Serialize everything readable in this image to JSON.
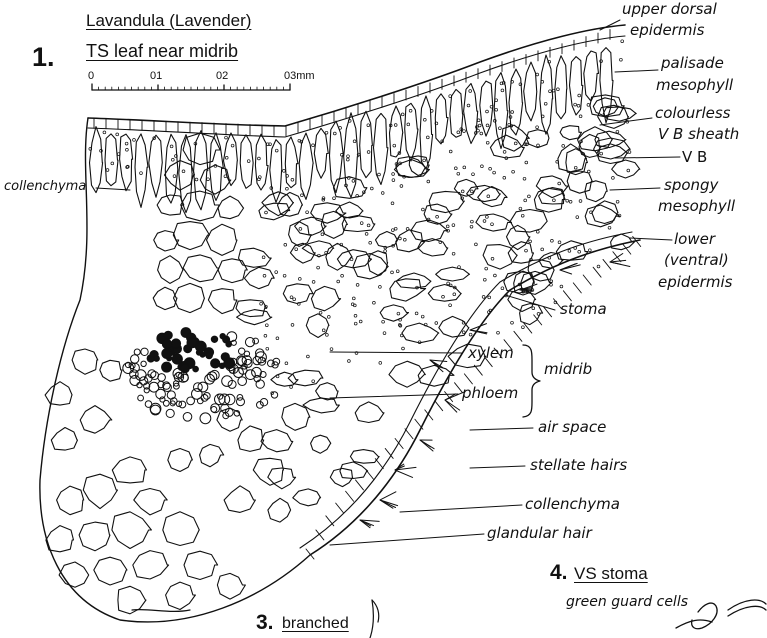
{
  "figure": {
    "number": "1.",
    "genus": "Lavandula",
    "common": "Lavender",
    "subtitle": "TS leaf near midrib",
    "scale": {
      "ticks": [
        "0",
        "01",
        "02",
        "03mm"
      ]
    }
  },
  "labels": {
    "upper_dorsal": "upper dorsal",
    "epidermis_top": "epidermis",
    "palisade": "palisade",
    "mesophyll_1": "mesophyll",
    "colourless": "colourless",
    "vb_sheath": "V B sheath",
    "vb": "V B",
    "spongy": "spongy",
    "mesophyll_2": "mesophyll",
    "lower": "lower",
    "ventral": "(ventral)",
    "epidermis_bottom": "epidermis",
    "collenchyma_left": "collenchyma",
    "stoma": "stoma",
    "xylem": "xylem",
    "phloem": "phloem",
    "midrib": "midrib",
    "air_space": "air space",
    "stellate_hairs": "stellate hairs",
    "collenchyma_right": "collenchyma",
    "glandular_hair": "glandular hair"
  },
  "figure3": {
    "number": "3.",
    "title": "branched"
  },
  "figure4": {
    "number": "4.",
    "title": "VS stoma",
    "caption": "green guard cells"
  }
}
